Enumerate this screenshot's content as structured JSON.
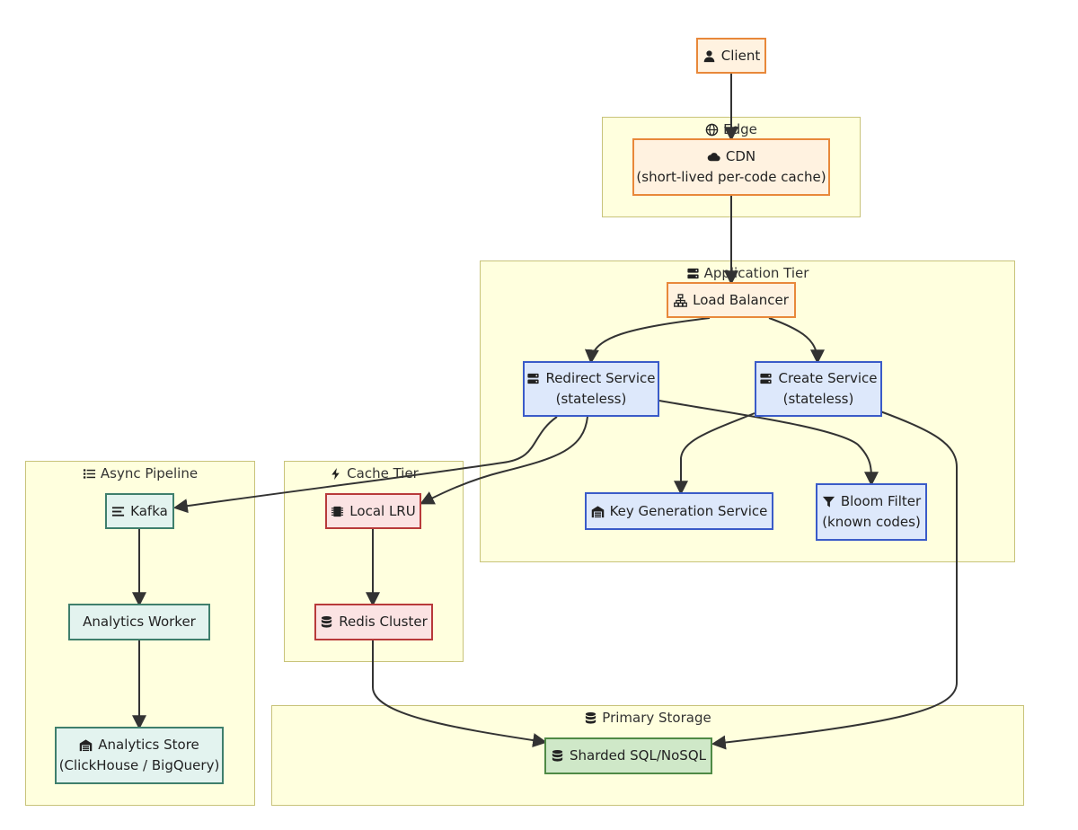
{
  "groups": {
    "edge": {
      "label": "Edge",
      "icon": "globe-icon"
    },
    "app_tier": {
      "label": "Application Tier",
      "icon": "server-icon"
    },
    "async": {
      "label": "Async Pipeline",
      "icon": "list-icon"
    },
    "cache_tier": {
      "label": "Cache Tier",
      "icon": "bolt-icon"
    },
    "storage": {
      "label": "Primary Storage",
      "icon": "database-icon"
    }
  },
  "nodes": {
    "client": {
      "line1": "Client",
      "icon": "user-icon"
    },
    "cdn": {
      "line1": "CDN",
      "line2": "(short-lived per-code cache)",
      "icon": "cloud-icon"
    },
    "load_balancer": {
      "line1": "Load Balancer",
      "icon": "network-icon"
    },
    "redirect": {
      "line1": "Redirect Service",
      "line2": "(stateless)",
      "icon": "server-icon"
    },
    "create": {
      "line1": "Create Service",
      "line2": "(stateless)",
      "icon": "server-icon"
    },
    "keygen": {
      "line1": "Key Generation Service",
      "icon": "warehouse-icon"
    },
    "bloom": {
      "line1": "Bloom Filter",
      "line2": "(known codes)",
      "icon": "filter-icon"
    },
    "kafka": {
      "line1": "Kafka",
      "icon": "bars-icon"
    },
    "worker": {
      "line1": "Analytics Worker"
    },
    "analytics_store": {
      "line1": "Analytics Store",
      "line2": "(ClickHouse / BigQuery)",
      "icon": "warehouse-icon"
    },
    "local_lru": {
      "line1": "Local LRU",
      "icon": "chip-icon"
    },
    "redis": {
      "line1": "Redis Cluster",
      "icon": "database-icon"
    },
    "sharded": {
      "line1": "Sharded SQL/NoSQL",
      "icon": "database-icon"
    }
  },
  "colors": {
    "group_fill": "#ffffde",
    "group_border": "#c8c37a",
    "orange": "#e8883a",
    "blue": "#3a5bc8",
    "red": "#b83a3a",
    "teal": "#3f7f6c",
    "green": "#4f8a45",
    "edge": "#333333"
  }
}
